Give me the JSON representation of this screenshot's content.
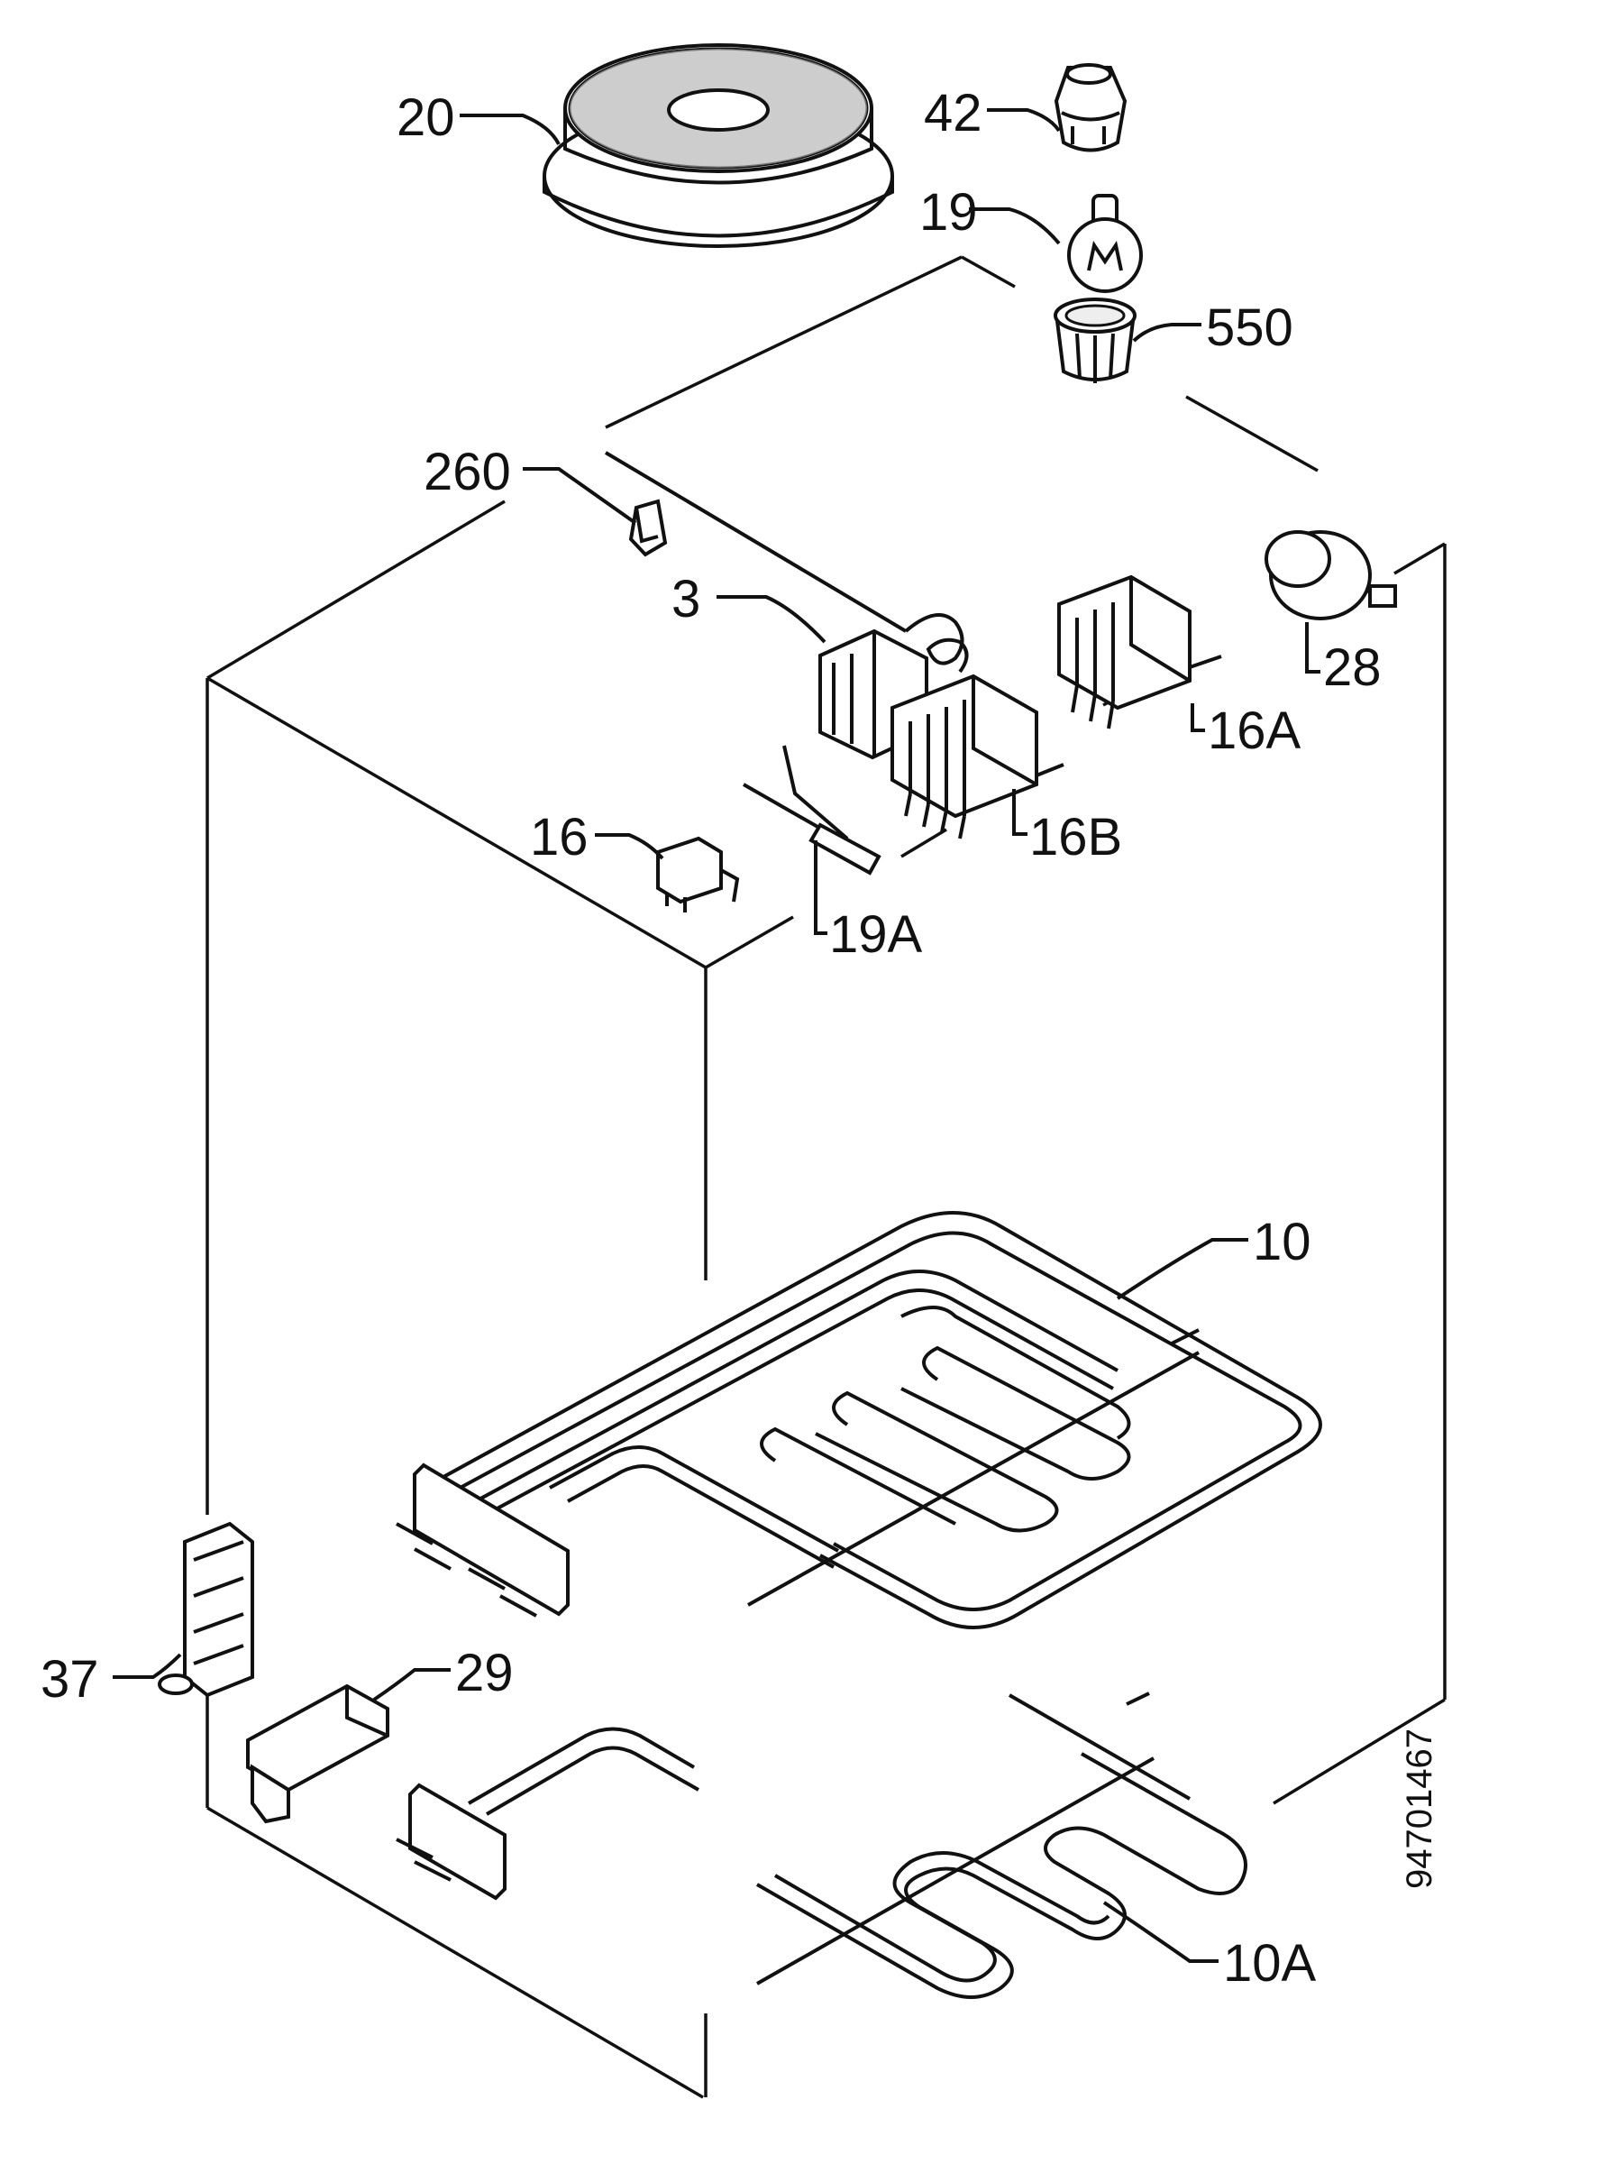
{
  "diagram": {
    "drawing_number": "94701467",
    "labels": {
      "p20": "20",
      "p42": "42",
      "p19": "19",
      "p550": "550",
      "p260": "260",
      "p3": "3",
      "p28": "28",
      "p16A": "16A",
      "p16B": "16B",
      "p16": "16",
      "p19A": "19A",
      "p10": "10",
      "p37": "37",
      "p29": "29",
      "p10A": "10A"
    }
  }
}
